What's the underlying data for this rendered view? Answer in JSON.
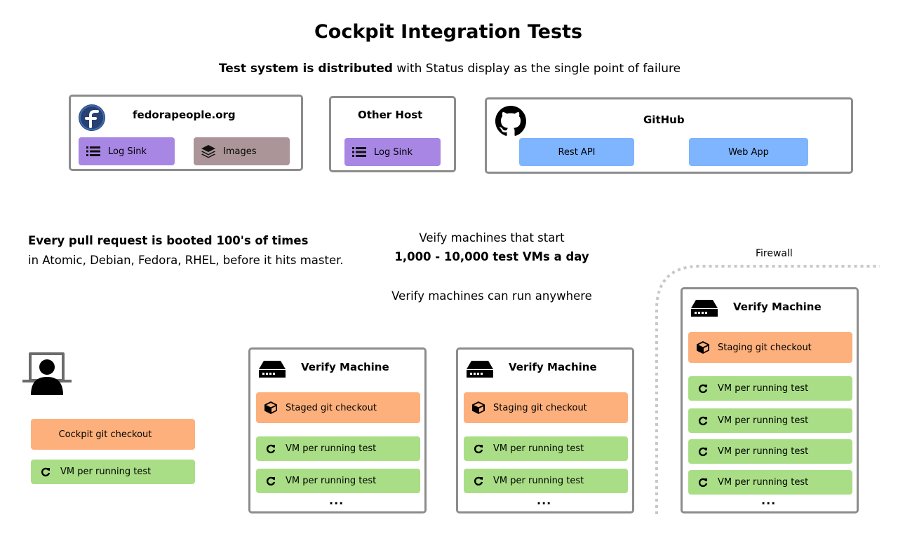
{
  "title": "Cockpit Integration Tests",
  "subtitle": {
    "bold": "Test system is distributed",
    "rest": " with Status display as the single point of failure"
  },
  "hosts": {
    "fedora": {
      "name": "fedorapeople.org",
      "log_sink": "Log Sink",
      "images": "Images"
    },
    "other": {
      "name": "Other Host",
      "log_sink": "Log Sink"
    },
    "github": {
      "name": "GitHub",
      "rest_api": "Rest API",
      "web_app": "Web App"
    }
  },
  "notes": {
    "pr_bold": "Every pull request is booted 100's of times",
    "pr_line2": "in Atomic, Debian, Fedora, RHEL, before it hits master.",
    "start_line1": "Veify machines that start",
    "start_bold": "1,000 - 10,000 test VMs a day",
    "anywhere": "Verify machines can run anywhere"
  },
  "developer": {
    "checkout": "Cockpit git checkout",
    "vm": "VM per running test"
  },
  "verify_machines": [
    {
      "title": "Verify Machine",
      "checkout": "Staged git checkout",
      "vms": [
        "VM per running test",
        "VM per running test"
      ],
      "more": "..."
    },
    {
      "title": "Verify Machine",
      "checkout": "Staging git checkout",
      "vms": [
        "VM per running test",
        "VM per running test"
      ],
      "more": "..."
    },
    {
      "title": "Verify Machine",
      "checkout": "Staging git checkout",
      "vms": [
        "VM per running test",
        "VM per running test",
        "VM per running test",
        "VM per running test"
      ],
      "more": "..."
    }
  ],
  "firewall": "Firewall",
  "colors": {
    "log_sink": "#a886e4",
    "images": "#ab9599",
    "github_buttons": "#7fb4ff",
    "checkout": "#fdb07c",
    "vm": "#a9de86",
    "border": "#8c8c8c",
    "fedora_logo": "#294172"
  }
}
